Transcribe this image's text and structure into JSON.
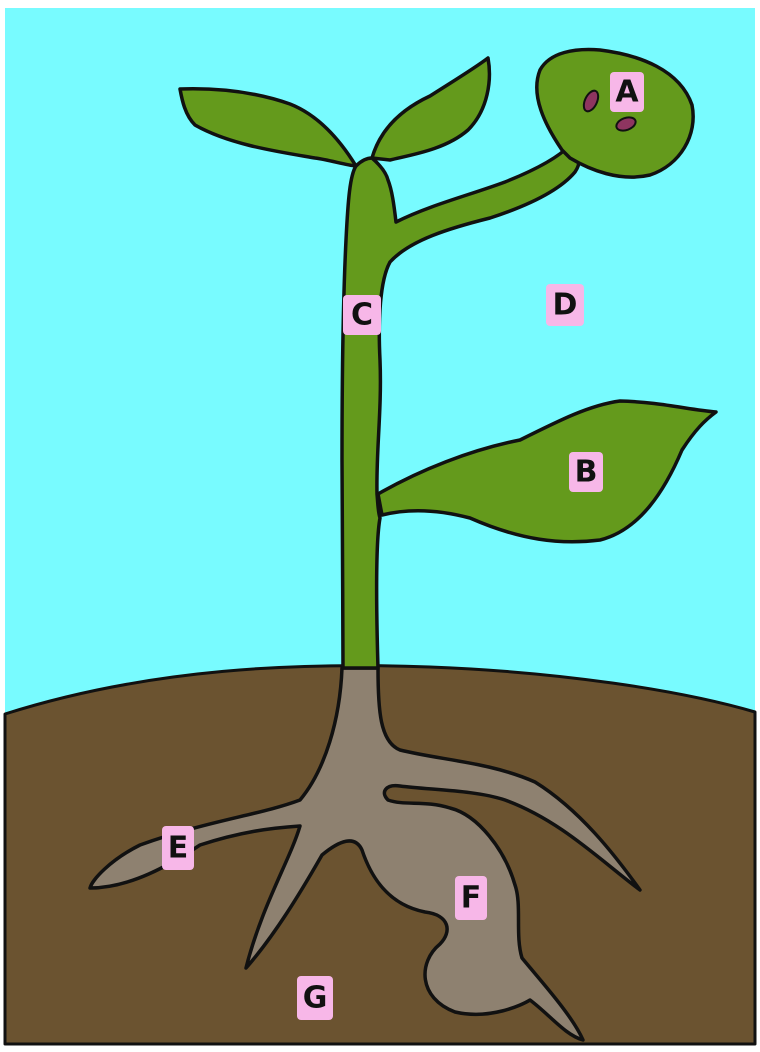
{
  "colors": {
    "sky": "#78fbff",
    "soil": "#6b5330",
    "plant": "#649a1c",
    "root": "#8e8170",
    "outline": "#111111",
    "label_bg": "#f7b7e8",
    "spore": "#8e3560"
  },
  "labels": {
    "A": "A",
    "B": "B",
    "C": "C",
    "D": "D",
    "E": "E",
    "F": "F",
    "G": "G"
  }
}
